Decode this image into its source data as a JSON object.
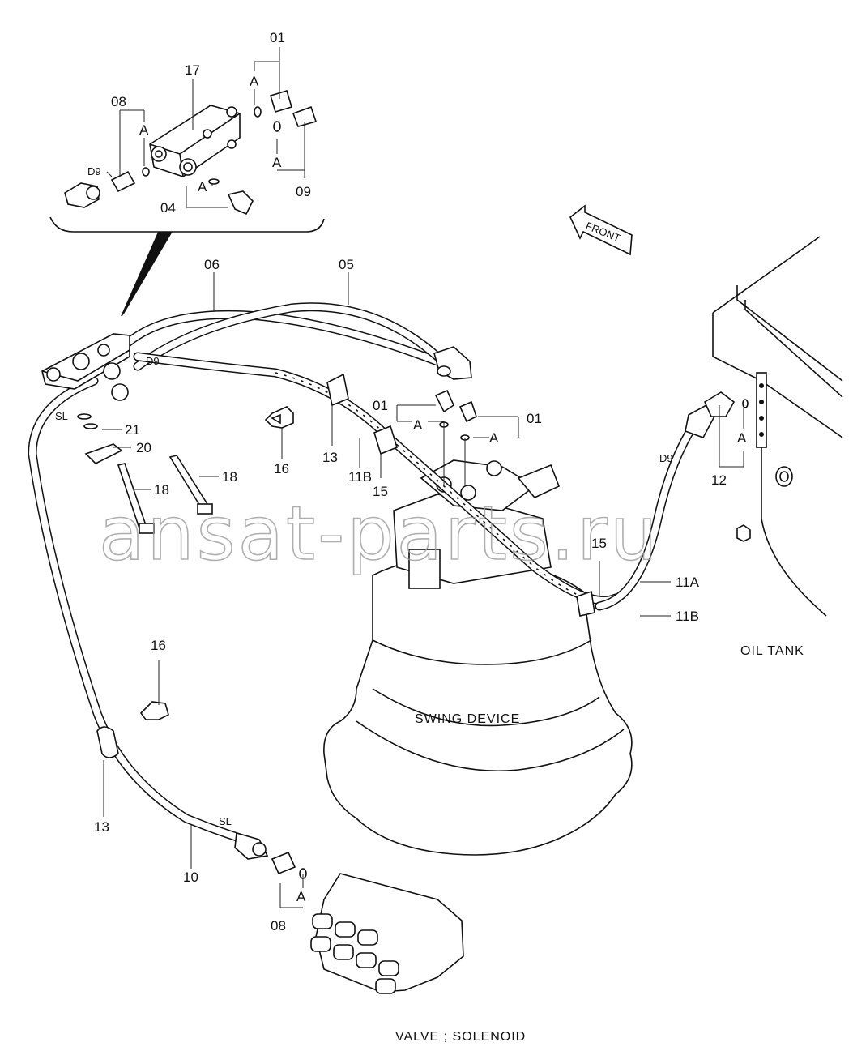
{
  "caption": "VALVE ; SOLENOID",
  "watermark": "ansat-parts.ru",
  "components": {
    "swing_device": "SWING DEVICE",
    "oil_tank": "OIL TANK",
    "front_arrow": "FRONT"
  },
  "part_labels": {
    "p01_a": "01",
    "p01_b": "01",
    "p01_c": "01",
    "p04": "04",
    "p05": "05",
    "p06": "06",
    "p08_a": "08",
    "p08_b": "08",
    "p09": "09",
    "p10": "10",
    "p11a": "11A",
    "p11b_a": "11B",
    "p11b_b": "11B",
    "p12": "12",
    "p13_a": "13",
    "p13_b": "13",
    "p15_a": "15",
    "p15_b": "15",
    "p16_a": "16",
    "p16_b": "16",
    "p17": "17",
    "p18_a": "18",
    "p18_b": "18",
    "p20": "20",
    "p21": "21"
  },
  "port_labels": {
    "d9_a": "D9",
    "d9_b": "D9",
    "d9_c": "D9",
    "sl_a": "SL",
    "sl_b": "SL"
  },
  "a_labels": [
    "A",
    "A",
    "A",
    "A",
    "A",
    "A",
    "A",
    "A"
  ]
}
